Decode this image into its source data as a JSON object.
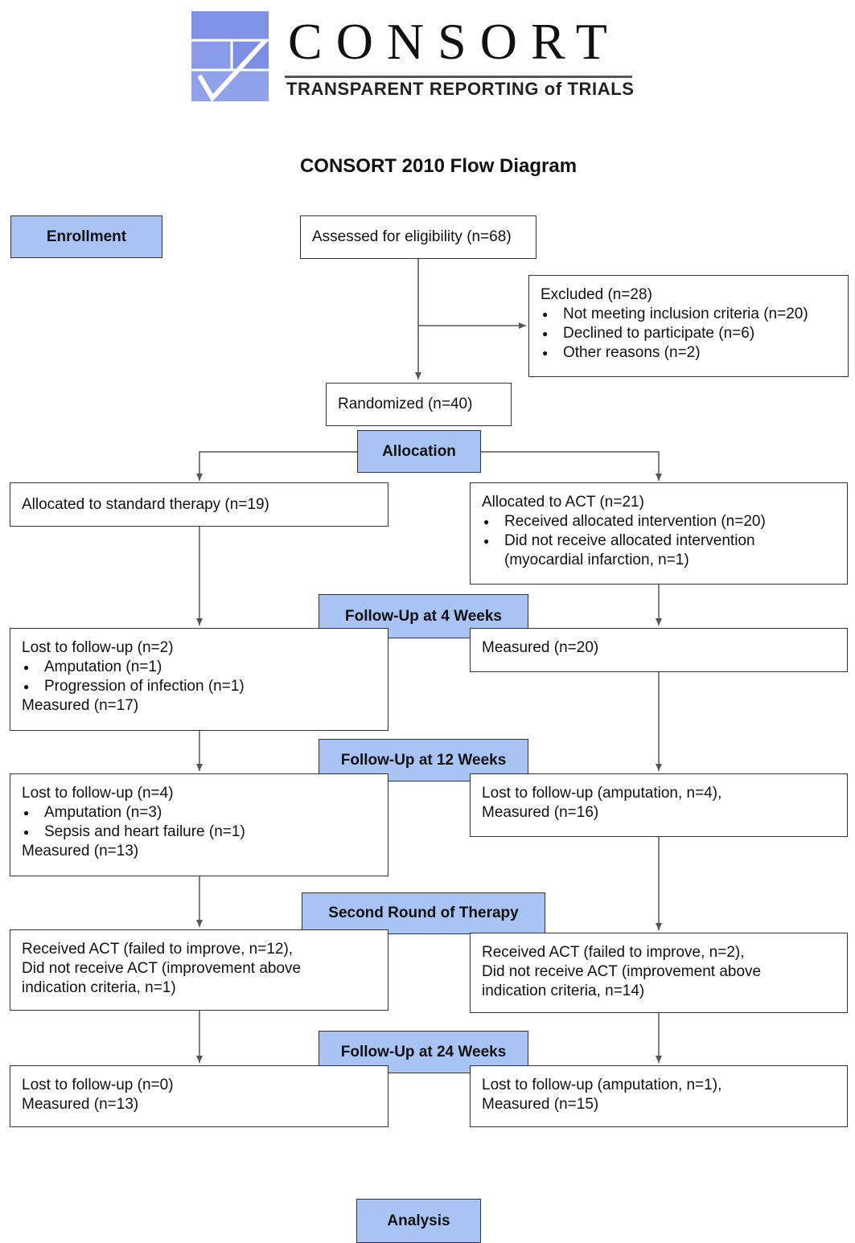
{
  "logo": {
    "wordmark": "CONSORT",
    "tagline": "TRANSPARENT REPORTING of TRIALS",
    "colors": {
      "light": "#9fb0ee",
      "dark": "#6f82e2"
    }
  },
  "title": "CONSORT 2010 Flow Diagram",
  "stages": {
    "enrollment": "Enrollment",
    "allocation": "Allocation",
    "followup4": "Follow-Up at 4 Weeks",
    "followup12": "Follow-Up at 12 Weeks",
    "second_round": "Second Round of Therapy",
    "followup24": "Follow-Up at 24 Weeks",
    "analysis": "Analysis"
  },
  "boxes": {
    "assessed": "Assessed for eligibility (n=68)",
    "excluded": {
      "title": "Excluded (n=28)",
      "items": [
        "Not meeting inclusion criteria (n=20)",
        "Declined to participate (n=6)",
        "Other reasons (n=2)"
      ]
    },
    "randomized": "Randomized (n=40)",
    "left": {
      "allocated": "Allocated to standard therapy (n=19)",
      "week4": {
        "title": "Lost to follow-up (n=2)",
        "items": [
          "Amputation (n=1)",
          "Progression of infection (n=1)"
        ],
        "measured": "Measured (n=17)"
      },
      "week12": {
        "title": "Lost to follow-up (n=4)",
        "items": [
          "Amputation (n=3)",
          "Sepsis and heart failure (n=1)"
        ],
        "measured": "Measured (n=13)"
      },
      "second_round": [
        "Received ACT (failed to improve, n=12),",
        "Did not receive ACT (improvement above",
        "indication criteria, n=1)"
      ],
      "week24": [
        "Lost to follow-up (n=0)",
        "Measured (n=13)"
      ]
    },
    "right": {
      "allocated": {
        "title": "Allocated to ACT (n=21)",
        "items": [
          "Received allocated intervention (n=20)",
          "Did not receive allocated intervention"
        ],
        "continuation": "(myocardial infarction, n=1)"
      },
      "week4": "Measured (n=20)",
      "week12": [
        "Lost to follow-up (amputation, n=4),",
        "Measured (n=16)"
      ],
      "second_round": [
        "Received ACT (failed to improve, n=2),",
        "Did not receive ACT (improvement above",
        "indication criteria, n=14)"
      ],
      "week24": [
        "Lost to follow-up (amputation, n=1),",
        "Measured (n=15)"
      ]
    }
  },
  "colors": {
    "stage_fill": "#a8c4f4",
    "border": "#333333",
    "arrow": "#555555"
  }
}
